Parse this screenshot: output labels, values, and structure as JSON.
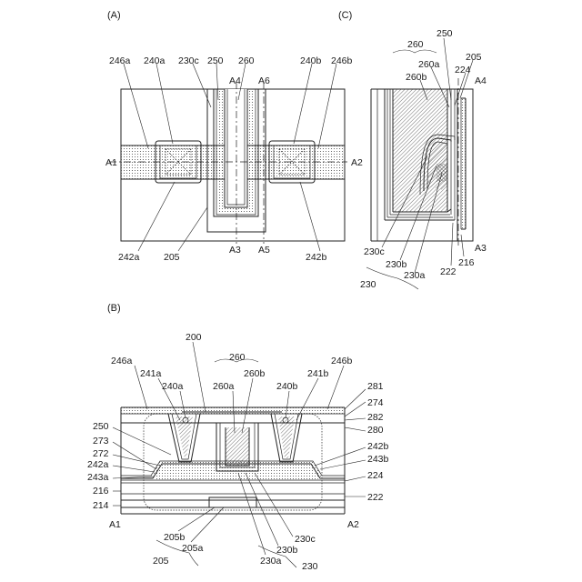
{
  "panels": {
    "a": {
      "title": "(A)",
      "labels": {
        "l246a": "246a",
        "l240a": "240a",
        "l230c": "230c",
        "l250": "250",
        "l260": "260",
        "l240b": "240b",
        "l246b": "246b",
        "lA4": "A4",
        "lA6": "A6",
        "lA1": "A1",
        "lA2": "A2",
        "l242a": "242a",
        "l205": "205",
        "lA3": "A3",
        "lA5": "A5",
        "l242b": "242b"
      }
    },
    "b": {
      "title": "(B)",
      "labels": {
        "l200": "200",
        "l260": "260",
        "l246a": "246a",
        "l246b": "246b",
        "l241a": "241a",
        "l240a": "240a",
        "l260a": "260a",
        "l260b": "260b",
        "l240b": "240b",
        "l241b": "241b",
        "l281": "281",
        "l274": "274",
        "l282": "282",
        "l280": "280",
        "l242b": "242b",
        "l243b": "243b",
        "l250": "250",
        "l273": "273",
        "l272": "272",
        "l242a": "242a",
        "l243a": "243a",
        "l224": "224",
        "l216": "216",
        "l214": "214",
        "l222": "222",
        "lA1": "A1",
        "lA2": "A2",
        "l205b": "205b",
        "l205a": "205a",
        "l205": "205",
        "l230a": "230a",
        "l230b": "230b",
        "l230c": "230c",
        "l230": "230"
      }
    },
    "c": {
      "title": "(C)",
      "labels": {
        "l260": "260",
        "l250": "250",
        "l260a": "260a",
        "l205": "205",
        "l224": "224",
        "l260b": "260b",
        "lA4": "A4",
        "lA3": "A3",
        "l230c": "230c",
        "l230b": "230b",
        "l230a": "230a",
        "l222": "222",
        "l216": "216",
        "l230": "230"
      }
    }
  }
}
